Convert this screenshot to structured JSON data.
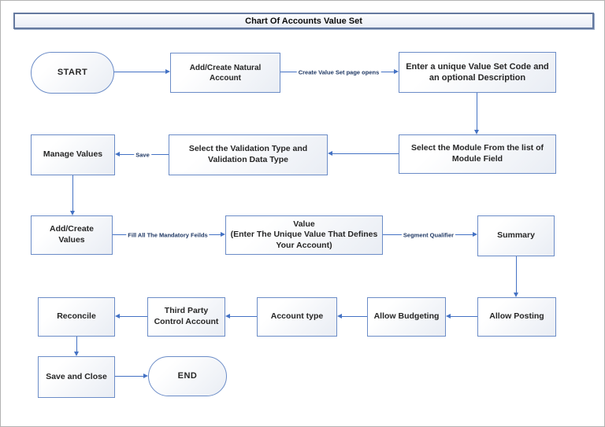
{
  "title": "Chart Of Accounts Value Set",
  "flow": {
    "nodes": {
      "start": "START",
      "add_create_natural_account": "Add/Create Natural Account",
      "enter_value_set_code": "Enter a unique Value Set Code and an optional Description",
      "select_module": "Select the Module From the list of Module Field",
      "select_validation_type": "Select the Validation Type and Validation Data Type",
      "manage_values": "Manage Values",
      "add_create_values": "Add/Create Values",
      "value_line1": "Value",
      "value_line2": "(Enter The Unique Value That Defines Your Account)",
      "summary": "Summary",
      "allow_posting": "Allow Posting",
      "allow_budgeting": "Allow Budgeting",
      "account_type": "Account type",
      "third_party_control_account": "Third Party Control Account",
      "reconcile": "Reconcile",
      "save_and_close": "Save and Close",
      "end": "END"
    },
    "edge_labels": {
      "create_value_set_page_opens": "Create Value Set page opens",
      "save": "Save",
      "fill_all_mandatory": "Fill All The Mandatory Feilds",
      "segment_qualifier": "Segment Qualifier"
    },
    "colors": {
      "box_border": "#6b8cc7",
      "connector": "#4472c4",
      "title_border": "#64799f",
      "label_text": "#1f3864"
    }
  }
}
